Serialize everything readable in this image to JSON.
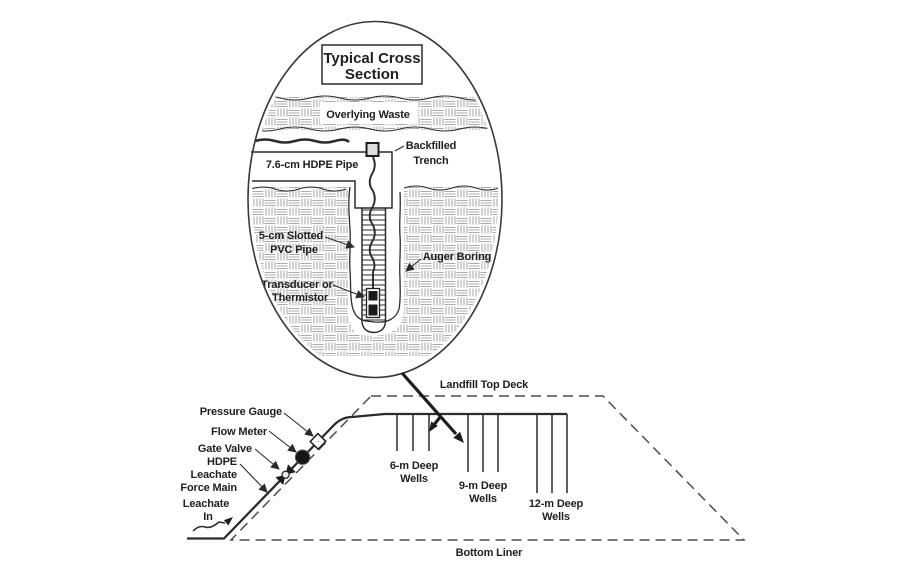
{
  "figure": {
    "type": "technical-diagram",
    "subject": "Landfill leachate injection well cross section",
    "background": "#ffffff"
  },
  "colors": {
    "ink": "#2b2b2b",
    "text": "#1f1f1f",
    "hatch": "#8f8f8f",
    "dashed_line": "#4d4d4d",
    "fill_dark": "#1a1a1a",
    "fitting_fill": "#dddddd"
  },
  "inset": {
    "title_lines": [
      "Typical Cross",
      "Section"
    ],
    "overlying_waste": "Overlying Waste",
    "hdpe_pipe": "7.6-cm HDPE Pipe",
    "backfilled_trench_lines": [
      "Backfilled",
      "Trench"
    ],
    "slotted_pvc_lines": [
      "5-cm Slotted",
      "PVC Pipe"
    ],
    "auger_boring": "Auger Boring",
    "transducer_lines": [
      "Transducer or",
      "Thermistor"
    ]
  },
  "landfill": {
    "top_deck": "Landfill Top Deck",
    "bottom_liner": "Bottom Liner",
    "pressure_gauge": "Pressure Gauge",
    "flow_meter": "Flow Meter",
    "gate_valve": "Gate Valve",
    "force_main_lines": [
      "HDPE",
      "Leachate",
      "Force Main"
    ],
    "leachate_in_lines": [
      "Leachate",
      "In"
    ],
    "wells_6m_lines": [
      "6-m Deep",
      "Wells"
    ],
    "wells_9m_lines": [
      "9-m Deep",
      "Wells"
    ],
    "wells_12m_lines": [
      "12-m Deep",
      "Wells"
    ]
  }
}
